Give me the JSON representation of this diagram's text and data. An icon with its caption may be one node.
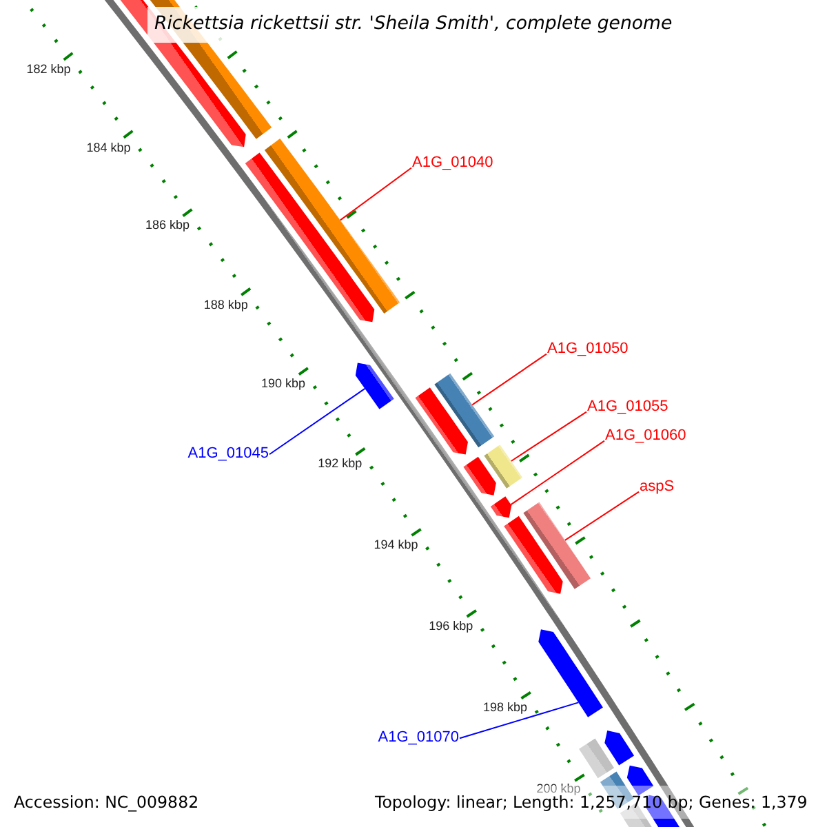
{
  "diagram": {
    "title": "Rickettsia rickettsii str. 'Sheila Smith', complete genome",
    "nodes": [
      {
        "text": [
          "A1G_01040"
        ]
      },
      {
        "text": [
          "A1G_01050"
        ]
      },
      {
        "text": [
          "A1G_01055"
        ]
      },
      {
        "text": [
          "A1G_01060"
        ]
      },
      {
        "text": [
          "A1G_01045"
        ]
      },
      {
        "text": [
          "aspS"
        ]
      },
      {
        "text": [
          "A1G_01070"
        ]
      },
      {
        "text": [],
        "shape": "bar"
      },
      {
        "text": [],
        "shape": "bar"
      },
      {
        "text": [],
        "shape": "bar"
      },
      {
        "text": [],
        "shape": "pentagon"
      },
      {
        "text": [],
        "shape": "pentagon"
      },
      {
        "text": [],
        "shape": "bar"
      },
      {
        "text": [],
        "shape": "pentagon"
      },
      {
        "text": [],
        "shape": "pentagon"
      },
      {
        "text": [],
        "shape": "bar"
      },
      {
        "text": [],
        "shape": "pentagon"
      },
      {
        "text": [],
        "shape": "pentagon"
      },
      {
        "text": [],
        "shape": "pentagon"
      },
      {
        "text": [],
        "shape": "pentagon"
      },
      {
        "text": [],
        "shape": "pentagon"
      },
      {
        "text": [],
        "shape": "bar"
      },
      {
        "text": [],
        "shape": "pentagon"
      },
      {
        "text": [],
        "shape": "bar"
      },
      {
        "text": [],
        "shape": "pentagon"
      },
      {
        "text": [],
        "shape": "bar"
      }
    ],
    "edges": [
      {
        "from": 0,
        "to": 7,
        "arrow": "none"
      },
      {
        "from": 1,
        "to": 8,
        "arrow": "none"
      },
      {
        "from": 2,
        "to": 9,
        "arrow": "none"
      },
      {
        "from": 3,
        "to": 10,
        "arrow": "none"
      },
      {
        "from": 4,
        "to": 11,
        "arrow": "none",
        "color": "#0000ff"
      },
      {
        "from": 5,
        "to": 12,
        "arrow": "none"
      },
      {
        "from": 6,
        "to": 13,
        "arrow": "none",
        "color": "#0000ff"
      }
    ],
    "labels": [
      "182 kbp",
      "184 kbp",
      "186 kbp",
      "188 kbp",
      "190 kbp",
      "192 kbp",
      "194 kbp",
      "196 kbp",
      "198 kbp",
      "200 kbp",
      "Accession: NC_009882",
      "Topology: linear; Length: 1,257,710 bp; Genes: 1,379"
    ]
  }
}
